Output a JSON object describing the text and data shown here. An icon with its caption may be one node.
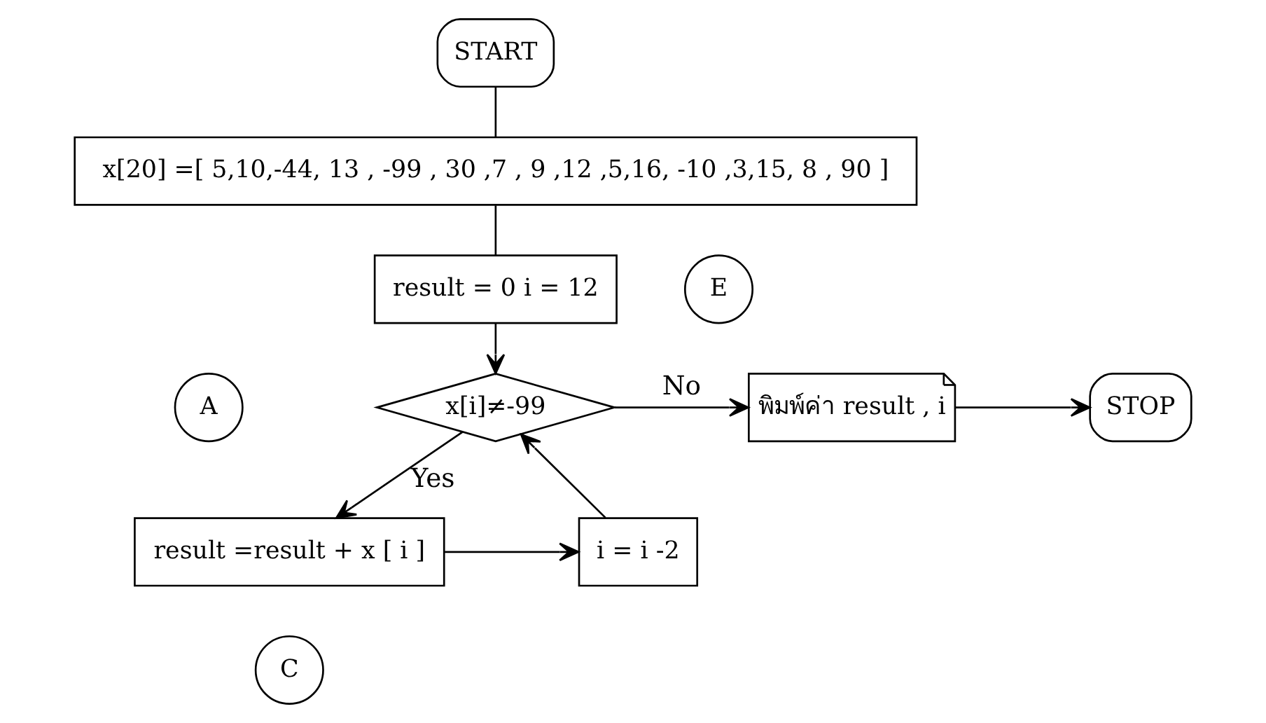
{
  "diagram": {
    "nodes": [
      {
        "text": [
          "START"
        ]
      },
      {
        "text": [
          "x[20] =[ 5,10,-44, 13 , -99 , 30 ,7 , 9 ,12 ,5,16, -10 ,3,15, 8 , 90 ]"
        ]
      },
      {
        "text": [
          "result = 0 i = 12"
        ]
      },
      {
        "text": [
          "E"
        ]
      },
      {
        "text": [
          "A"
        ]
      },
      {
        "text": [
          "x[i]≠-99"
        ]
      },
      {
        "text": [
          "พิมพ์ค่า result , i"
        ]
      },
      {
        "text": [
          "STOP"
        ]
      },
      {
        "text": [
          "i = i -2"
        ]
      },
      {
        "text": [
          "result =result + x [ i ]"
        ]
      },
      {
        "text": [
          "C"
        ]
      }
    ],
    "edges": [
      {
        "from": 0,
        "to": 1,
        "arrow": "none"
      },
      {
        "from": 1,
        "to": 2,
        "arrow": "none"
      },
      {
        "from": 2,
        "to": 5,
        "arrow": "to"
      },
      {
        "from": 5,
        "to": 6,
        "label": "No",
        "arrow": "to"
      },
      {
        "from": 6,
        "to": 7,
        "arrow": "to"
      },
      {
        "from": 5,
        "to": 9,
        "label": "Yes",
        "arrow": "to"
      },
      {
        "from": 9,
        "to": 8,
        "arrow": "to"
      },
      {
        "from": 8,
        "to": 5,
        "arrow": "to"
      }
    ]
  }
}
